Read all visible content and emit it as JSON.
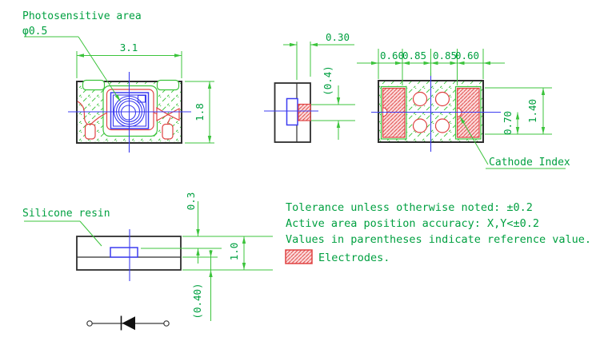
{
  "labels": {
    "photosensitive_area": "Photosensitive area",
    "photosensitive_diameter": "φ0.5",
    "silicone_resin": "Silicone resin",
    "cathode_index": "Cathode Index"
  },
  "dimensions": {
    "plan_width": "3.1",
    "plan_height": "1.8",
    "side_terminal_width": "0.30",
    "side_terminal_height_ref": "(0.4)",
    "bottom_segments": [
      "0.60",
      "0.85",
      "0.85",
      "0.60"
    ],
    "bottom_pad_half_height": "0.70",
    "bottom_pad_height": "1.40",
    "front_resin_top": "0.3",
    "front_total_height": "1.0",
    "front_substrate_ref": "(0.40)"
  },
  "notes": {
    "tolerance": "Tolerance unless otherwise noted: ±0.2",
    "active_area_accuracy": "Active area position accuracy: X,Y<±0.2",
    "parentheses": "Values in parentheses indicate reference value.",
    "electrodes_legend": "Electrodes."
  },
  "colors": {
    "green_text": "#00a040",
    "green_line": "#3cc43c",
    "red": "#e04343",
    "pink": "#fbdcdc",
    "blue": "#3c3cf0",
    "black": "#2e2e2e"
  }
}
